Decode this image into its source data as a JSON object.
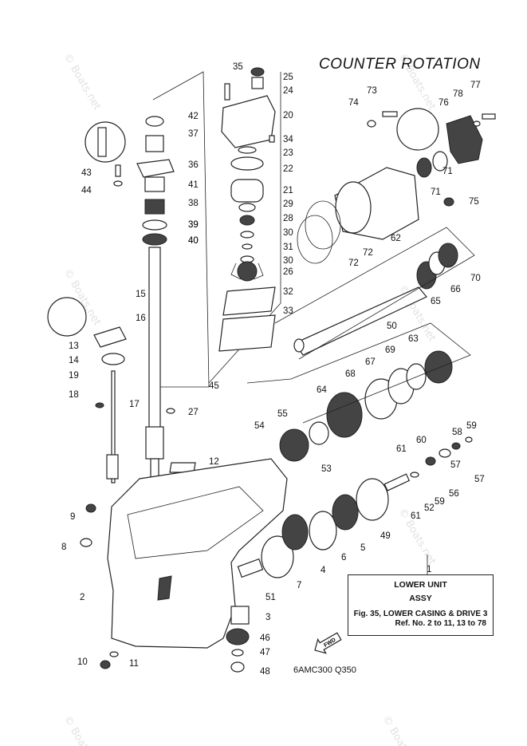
{
  "title": "COUNTER ROTATION",
  "info_box": {
    "line1": "LOWER UNIT",
    "line2": "ASSY",
    "line3": "Fig. 35, LOWER CASING & DRIVE 3",
    "line4": "Ref. No. 2 to 11, 13 to 78"
  },
  "diagram_code": "6AMC300 Q350",
  "fwd_label": "FWD",
  "watermark": "© Boats.net",
  "part_numbers": [
    "1",
    "2",
    "3",
    "4",
    "5",
    "6",
    "7",
    "8",
    "9",
    "10",
    "11",
    "12",
    "13",
    "14",
    "15",
    "16",
    "17",
    "18",
    "19",
    "20",
    "21",
    "22",
    "23",
    "24",
    "25",
    "26",
    "27",
    "28",
    "29",
    "30",
    "31",
    "32",
    "33",
    "34",
    "35",
    "36",
    "37",
    "38",
    "39",
    "40",
    "41",
    "42",
    "43",
    "44",
    "45",
    "46",
    "47",
    "48",
    "49",
    "50",
    "51",
    "52",
    "53",
    "54",
    "55",
    "56",
    "57",
    "58",
    "59",
    "60",
    "61",
    "62",
    "63",
    "64",
    "65",
    "66",
    "67",
    "68",
    "69",
    "70",
    "71",
    "72",
    "73",
    "74",
    "75",
    "76",
    "77",
    "78"
  ]
}
